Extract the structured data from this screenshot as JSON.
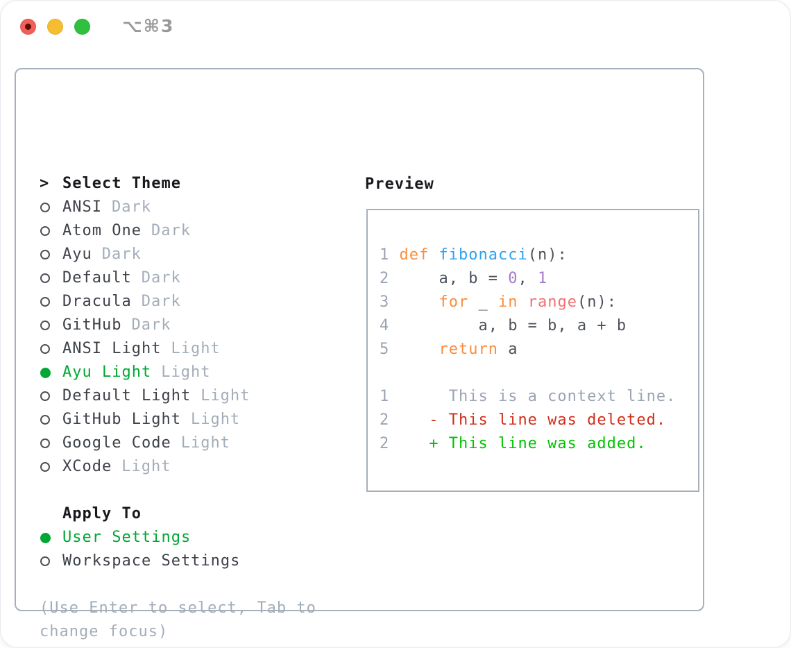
{
  "window": {
    "shortcut": "⌥⌘3",
    "traffic_lights": [
      "close",
      "minimize",
      "zoom"
    ]
  },
  "ui_colors": {
    "selected_green": "#00a733",
    "ink": "#17191d",
    "item_text": "#3d4148",
    "dim_text": "#a3adb9",
    "border": "#a6b0bb",
    "traffic_red": "#f25f58",
    "traffic_red_dot": "#5c0d06",
    "traffic_yellow": "#f7bd30",
    "traffic_green": "#2fc13e",
    "shortcut_gray": "#98999b",
    "radio_ring": "#4d5158"
  },
  "syntax_colors": {
    "keyword": "#fa8d3e",
    "function": "#2ea3ef",
    "builtin": "#f07171",
    "number": "#a37acc",
    "plain": "#4d525b",
    "line_number": "#9aa4b2",
    "context": "#9aa4b2",
    "deleted": "#cf2f1a",
    "added": "#00c300"
  },
  "theme_picker": {
    "caret": ">",
    "title": "Select Theme",
    "items": [
      {
        "name": "ANSI",
        "variant": "Dark",
        "selected": false
      },
      {
        "name": "Atom One",
        "variant": "Dark",
        "selected": false
      },
      {
        "name": "Ayu",
        "variant": "Dark",
        "selected": false
      },
      {
        "name": "Default",
        "variant": "Dark",
        "selected": false
      },
      {
        "name": "Dracula",
        "variant": "Dark",
        "selected": false
      },
      {
        "name": "GitHub",
        "variant": "Dark",
        "selected": false
      },
      {
        "name": "ANSI Light",
        "variant": "Light",
        "selected": false
      },
      {
        "name": "Ayu Light",
        "variant": "Light",
        "selected": true
      },
      {
        "name": "Default Light",
        "variant": "Light",
        "selected": false
      },
      {
        "name": "GitHub Light",
        "variant": "Light",
        "selected": false
      },
      {
        "name": "Google Code",
        "variant": "Light",
        "selected": false
      },
      {
        "name": "XCode",
        "variant": "Light",
        "selected": false
      }
    ]
  },
  "apply_to": {
    "title": "Apply To",
    "options": [
      {
        "label": "User Settings",
        "selected": true
      },
      {
        "label": "Workspace Settings",
        "selected": false
      }
    ]
  },
  "help": {
    "lines": [
      "(Use Enter to select, Tab to",
      "change focus)"
    ]
  },
  "preview": {
    "title": "Preview",
    "code_lines": [
      {
        "num": "1",
        "tokens": [
          {
            "text": "def ",
            "color": "keyword"
          },
          {
            "text": "fibonacci",
            "color": "function"
          },
          {
            "text": "(n):",
            "color": "plain"
          }
        ]
      },
      {
        "num": "2",
        "tokens": [
          {
            "text": "    a, b = ",
            "color": "plain"
          },
          {
            "text": "0",
            "color": "number"
          },
          {
            "text": ", ",
            "color": "plain"
          },
          {
            "text": "1",
            "color": "number"
          }
        ]
      },
      {
        "num": "3",
        "tokens": [
          {
            "text": "    ",
            "color": "plain"
          },
          {
            "text": "for",
            "color": "keyword"
          },
          {
            "text": " _ ",
            "color": "plain"
          },
          {
            "text": "in",
            "color": "keyword"
          },
          {
            "text": " ",
            "color": "plain"
          },
          {
            "text": "range",
            "color": "builtin"
          },
          {
            "text": "(n):",
            "color": "plain"
          }
        ]
      },
      {
        "num": "4",
        "tokens": [
          {
            "text": "        a, b = b, a + b",
            "color": "plain"
          }
        ]
      },
      {
        "num": "5",
        "tokens": [
          {
            "text": "    ",
            "color": "plain"
          },
          {
            "text": "return",
            "color": "keyword"
          },
          {
            "text": " a",
            "color": "plain"
          }
        ]
      },
      {
        "num": "",
        "tokens": []
      },
      {
        "num": "1",
        "tokens": [
          {
            "text": "     This is a context line.",
            "color": "context"
          }
        ]
      },
      {
        "num": "2",
        "tokens": [
          {
            "text": "   - This line was deleted.",
            "color": "deleted"
          }
        ]
      },
      {
        "num": "2",
        "tokens": [
          {
            "text": "   + This line was added.",
            "color": "added"
          }
        ]
      }
    ]
  }
}
